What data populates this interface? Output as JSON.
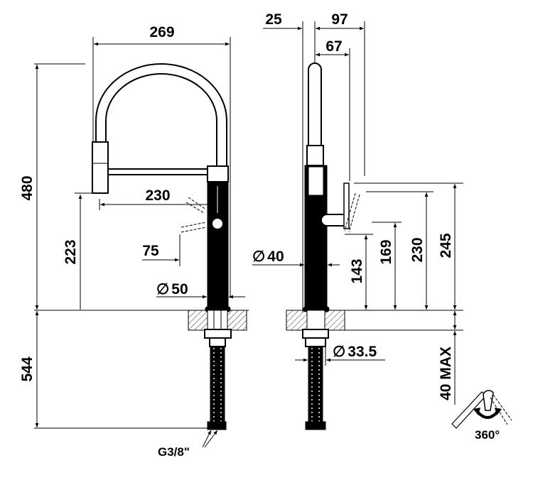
{
  "drawing": {
    "front_view": {
      "width": "269",
      "height_total": "480",
      "spout_reach": "230",
      "spout_height": "223",
      "lever_offset": "75",
      "body_diameter_symbol": "∅",
      "body_diameter": "50",
      "below_counter": "544",
      "thread": "G3/8\""
    },
    "side_view": {
      "offset_left": "25",
      "depth": "97",
      "lever_depth": "67",
      "body_diameter_symbol": "∅",
      "body_diameter": "40",
      "lever_h1": "143",
      "lever_h2": "169",
      "lever_h3": "230",
      "lever_h4": "245",
      "hole_diameter_symbol": "∅",
      "hole_diameter": "33.5",
      "counter_max": "40 MAX"
    },
    "rotation": "360°"
  },
  "colors": {
    "ink": "#000000",
    "paper": "#ffffff"
  }
}
